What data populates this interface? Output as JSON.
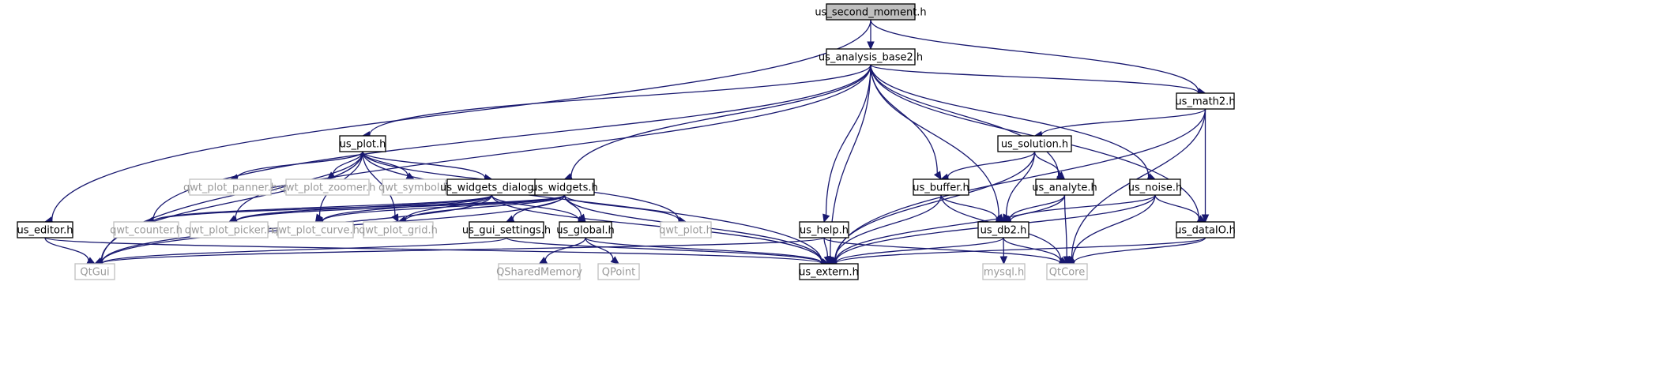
{
  "title": "us_second_moment.h",
  "colors": {
    "edge": "#191970",
    "root_fill": "#bfbfbf",
    "missing_border": "#bfbfbf",
    "missing_text": "#9a9a9a"
  },
  "nodes": [
    {
      "id": "us_second_moment",
      "label": "us_second_moment.h",
      "type": "root"
    },
    {
      "id": "us_analysis_base2",
      "label": "us_analysis_base2.h",
      "type": "normal"
    },
    {
      "id": "us_math2",
      "label": "us_math2.h",
      "type": "normal"
    },
    {
      "id": "us_plot",
      "label": "us_plot.h",
      "type": "normal"
    },
    {
      "id": "us_solution",
      "label": "us_solution.h",
      "type": "normal"
    },
    {
      "id": "qwt_plot_panner",
      "label": "qwt_plot_panner.h",
      "type": "missing"
    },
    {
      "id": "qwt_plot_zoomer",
      "label": "qwt_plot_zoomer.h",
      "type": "missing"
    },
    {
      "id": "qwt_symbol",
      "label": "qwt_symbol.h",
      "type": "missing"
    },
    {
      "id": "us_widgets_dialog",
      "label": "us_widgets_dialog.h",
      "type": "normal"
    },
    {
      "id": "us_widgets",
      "label": "us_widgets.h",
      "type": "normal"
    },
    {
      "id": "us_buffer",
      "label": "us_buffer.h",
      "type": "normal"
    },
    {
      "id": "us_analyte",
      "label": "us_analyte.h",
      "type": "normal"
    },
    {
      "id": "us_noise",
      "label": "us_noise.h",
      "type": "normal"
    },
    {
      "id": "us_editor",
      "label": "us_editor.h",
      "type": "normal"
    },
    {
      "id": "qwt_counter",
      "label": "qwt_counter.h",
      "type": "missing"
    },
    {
      "id": "qwt_plot_picker",
      "label": "qwt_plot_picker.h",
      "type": "missing"
    },
    {
      "id": "qwt_plot_curve",
      "label": "qwt_plot_curve.h",
      "type": "missing"
    },
    {
      "id": "qwt_plot_grid",
      "label": "qwt_plot_grid.h",
      "type": "missing"
    },
    {
      "id": "us_gui_settings",
      "label": "us_gui_settings.h",
      "type": "normal"
    },
    {
      "id": "us_global",
      "label": "us_global.h",
      "type": "normal"
    },
    {
      "id": "qwt_plot",
      "label": "qwt_plot.h",
      "type": "missing"
    },
    {
      "id": "us_help",
      "label": "us_help.h",
      "type": "normal"
    },
    {
      "id": "us_db2",
      "label": "us_db2.h",
      "type": "normal"
    },
    {
      "id": "us_dataIO",
      "label": "us_dataIO.h",
      "type": "normal"
    },
    {
      "id": "QtGui",
      "label": "QtGui",
      "type": "missing"
    },
    {
      "id": "QSharedMemory",
      "label": "QSharedMemory",
      "type": "missing"
    },
    {
      "id": "QPoint",
      "label": "QPoint",
      "type": "missing"
    },
    {
      "id": "us_extern",
      "label": "us_extern.h",
      "type": "normal"
    },
    {
      "id": "mysql",
      "label": "mysql.h",
      "type": "missing"
    },
    {
      "id": "QtCore",
      "label": "QtCore",
      "type": "missing"
    }
  ],
  "edges": [
    [
      "us_second_moment",
      "us_analysis_base2"
    ],
    [
      "us_second_moment",
      "us_math2"
    ],
    [
      "us_second_moment",
      "us_editor"
    ],
    [
      "us_analysis_base2",
      "us_plot"
    ],
    [
      "us_analysis_base2",
      "us_widgets"
    ],
    [
      "us_analysis_base2",
      "us_help"
    ],
    [
      "us_analysis_base2",
      "us_extern"
    ],
    [
      "us_analysis_base2",
      "us_buffer"
    ],
    [
      "us_analysis_base2",
      "us_db2"
    ],
    [
      "us_analysis_base2",
      "us_analyte"
    ],
    [
      "us_analysis_base2",
      "us_noise"
    ],
    [
      "us_analysis_base2",
      "us_dataIO"
    ],
    [
      "us_analysis_base2",
      "us_math2"
    ],
    [
      "us_analysis_base2",
      "QtGui"
    ],
    [
      "us_analysis_base2",
      "qwt_counter"
    ],
    [
      "us_math2",
      "us_solution"
    ],
    [
      "us_math2",
      "us_dataIO"
    ],
    [
      "us_math2",
      "QtCore"
    ],
    [
      "us_math2",
      "us_extern"
    ],
    [
      "us_plot",
      "qwt_plot_panner"
    ],
    [
      "us_plot",
      "qwt_plot_zoomer"
    ],
    [
      "us_plot",
      "qwt_symbol"
    ],
    [
      "us_plot",
      "us_widgets_dialog"
    ],
    [
      "us_plot",
      "qwt_plot"
    ],
    [
      "us_plot",
      "us_extern"
    ],
    [
      "us_plot",
      "QtGui"
    ],
    [
      "us_plot",
      "qwt_plot_picker"
    ],
    [
      "us_plot",
      "qwt_plot_curve"
    ],
    [
      "us_plot",
      "qwt_plot_grid"
    ],
    [
      "us_solution",
      "us_buffer"
    ],
    [
      "us_solution",
      "us_analyte"
    ],
    [
      "us_solution",
      "us_db2"
    ],
    [
      "us_solution",
      "us_extern"
    ],
    [
      "us_widgets_dialog",
      "us_widgets"
    ],
    [
      "us_widgets_dialog",
      "QtGui"
    ],
    [
      "us_widgets_dialog",
      "qwt_counter"
    ],
    [
      "us_widgets_dialog",
      "qwt_plot_picker"
    ],
    [
      "us_widgets_dialog",
      "qwt_plot_curve"
    ],
    [
      "us_widgets_dialog",
      "qwt_plot_grid"
    ],
    [
      "us_widgets_dialog",
      "us_global"
    ],
    [
      "us_widgets_dialog",
      "us_extern"
    ],
    [
      "us_widgets",
      "us_gui_settings"
    ],
    [
      "us_widgets",
      "us_global"
    ],
    [
      "us_widgets",
      "qwt_plot"
    ],
    [
      "us_widgets",
      "qwt_counter"
    ],
    [
      "us_widgets",
      "qwt_plot_picker"
    ],
    [
      "us_widgets",
      "qwt_plot_curve"
    ],
    [
      "us_widgets",
      "qwt_plot_grid"
    ],
    [
      "us_widgets",
      "QtGui"
    ],
    [
      "us_widgets",
      "us_extern"
    ],
    [
      "us_buffer",
      "us_db2"
    ],
    [
      "us_buffer",
      "us_extern"
    ],
    [
      "us_buffer",
      "QtCore"
    ],
    [
      "us_analyte",
      "us_db2"
    ],
    [
      "us_analyte",
      "us_extern"
    ],
    [
      "us_analyte",
      "QtCore"
    ],
    [
      "us_noise",
      "us_db2"
    ],
    [
      "us_noise",
      "us_dataIO"
    ],
    [
      "us_noise",
      "us_extern"
    ],
    [
      "us_noise",
      "QtCore"
    ],
    [
      "us_editor",
      "QtGui"
    ],
    [
      "us_editor",
      "us_extern"
    ],
    [
      "us_gui_settings",
      "QtGui"
    ],
    [
      "us_gui_settings",
      "us_extern"
    ],
    [
      "us_global",
      "QSharedMemory"
    ],
    [
      "us_global",
      "QPoint"
    ],
    [
      "us_global",
      "us_extern"
    ],
    [
      "us_help",
      "QtGui"
    ],
    [
      "us_help",
      "us_extern"
    ],
    [
      "us_help",
      "QtCore"
    ],
    [
      "us_db2",
      "mysql"
    ],
    [
      "us_db2",
      "QtCore"
    ],
    [
      "us_db2",
      "us_extern"
    ],
    [
      "us_dataIO",
      "us_extern"
    ],
    [
      "us_dataIO",
      "QtCore"
    ]
  ]
}
